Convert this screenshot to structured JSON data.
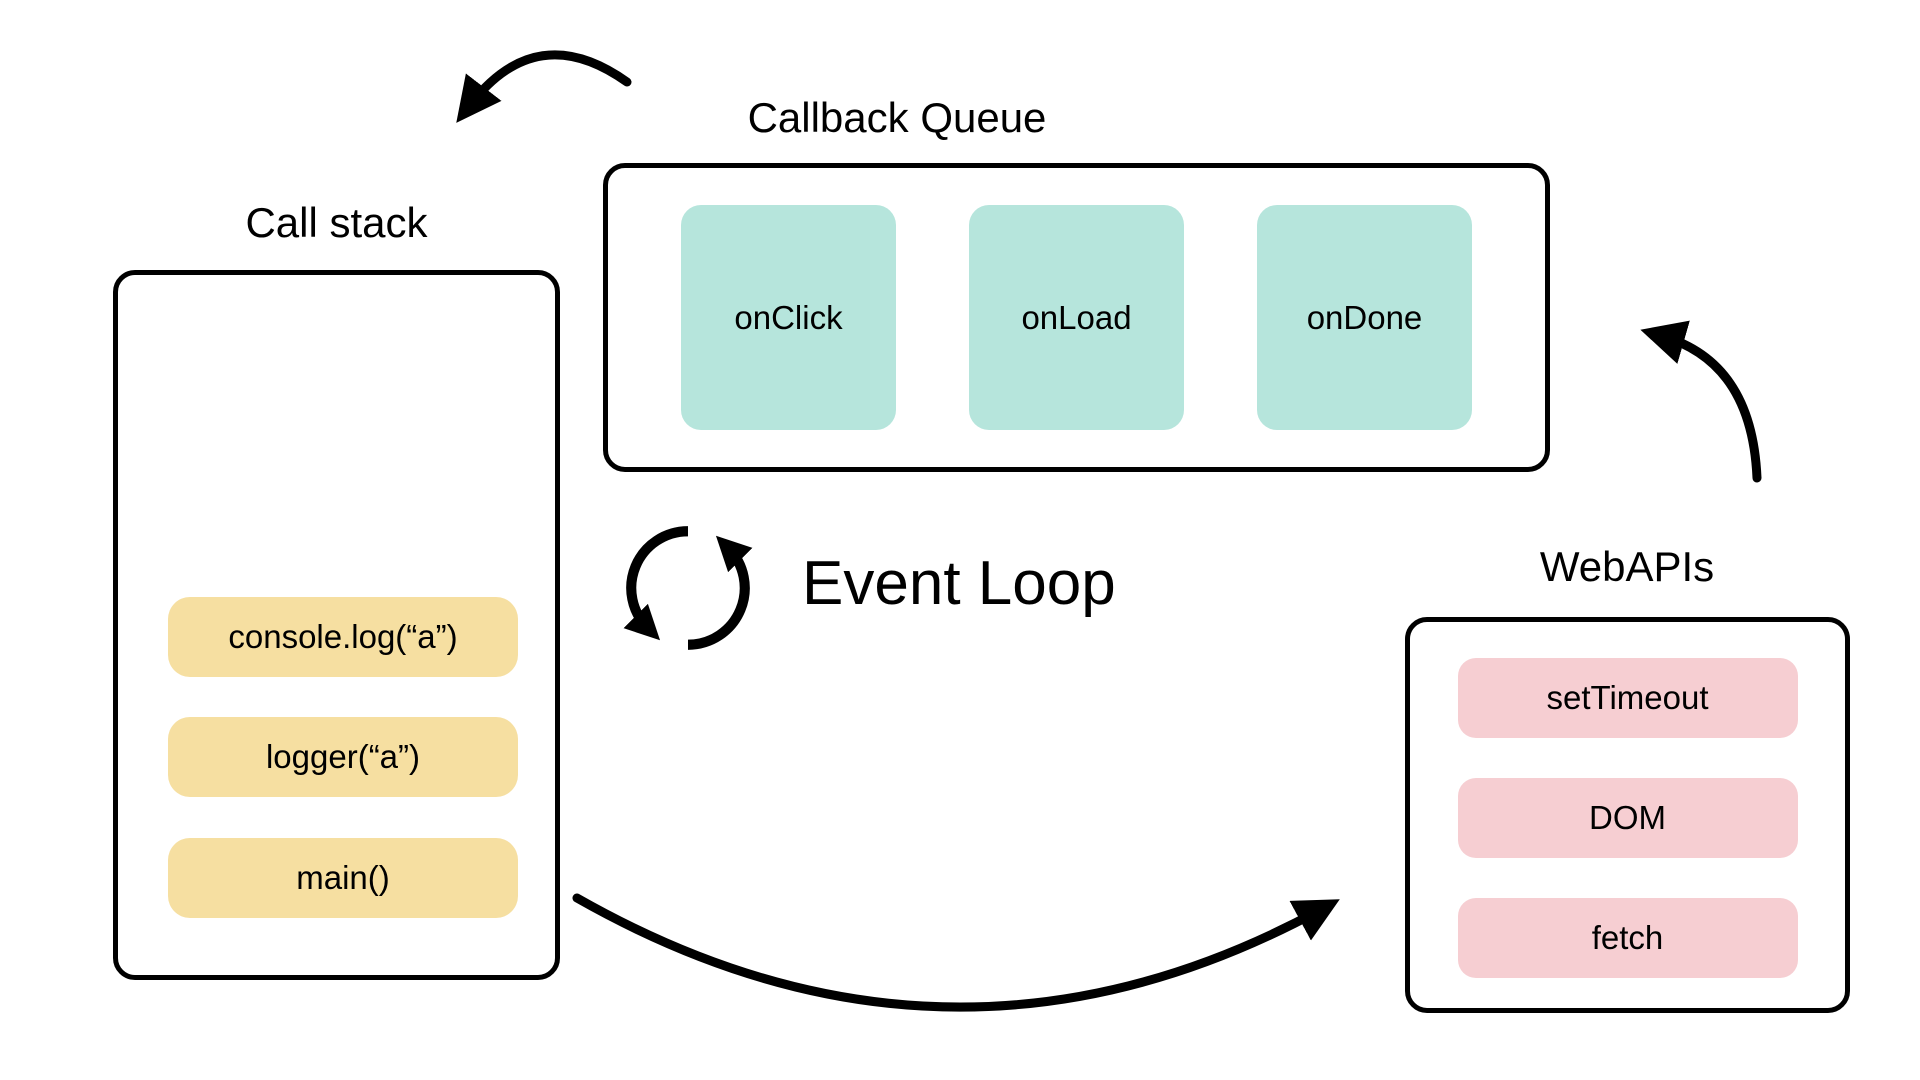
{
  "call_stack": {
    "title": "Call stack",
    "frames": [
      "console.log(“a”)",
      "logger(“a”)",
      "main()"
    ]
  },
  "callback_queue": {
    "title": "Callback Queue",
    "items": [
      "onClick",
      "onLoad",
      "onDone"
    ]
  },
  "web_apis": {
    "title": "WebAPIs",
    "items": [
      "setTimeout",
      "DOM",
      "fetch"
    ]
  },
  "event_loop": {
    "label": "Event Loop",
    "icon": "cycle-arrows-icon"
  },
  "colors": {
    "frame_yellow": "#f6dfa1",
    "queue_teal": "#b6e5dc",
    "api_pink": "#f6ced2",
    "ink": "#000000",
    "bg": "#ffffff"
  }
}
